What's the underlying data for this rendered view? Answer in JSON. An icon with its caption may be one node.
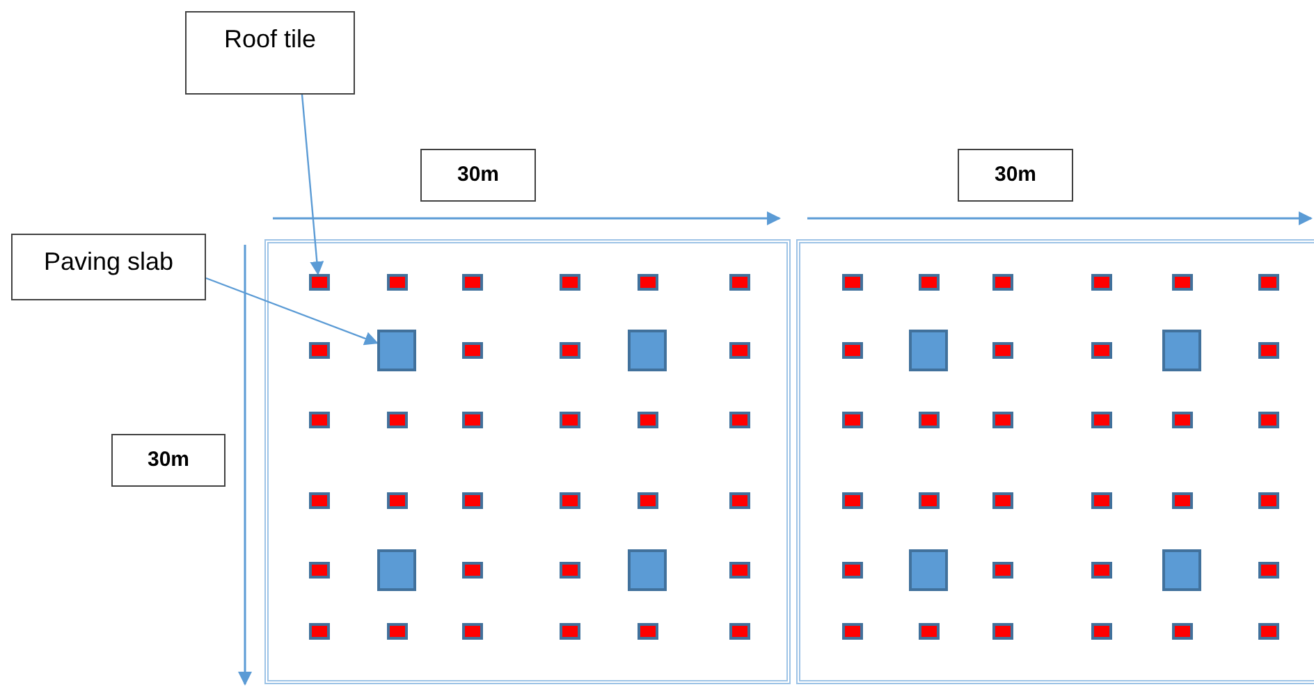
{
  "diagram": {
    "nodes": [
      {
        "text": [
          "Roof tile"
        ]
      },
      {
        "text": [
          "Paving slab"
        ]
      },
      {
        "text": [
          "30m"
        ]
      },
      {
        "text": [
          "30m"
        ]
      },
      {
        "text": [
          "30m"
        ]
      },
      {
        "text": [],
        "shape": "box"
      },
      {
        "text": [],
        "shape": "box"
      },
      {
        "text": [],
        "shape": "box"
      },
      {
        "text": [],
        "shape": "box"
      },
      {
        "text": [],
        "shape": "box"
      },
      {
        "text": [],
        "shape": "box"
      },
      {
        "text": [],
        "shape": "box"
      },
      {
        "text": [],
        "shape": "box"
      },
      {
        "text": [],
        "shape": "box"
      },
      {
        "text": [],
        "shape": "box"
      },
      {
        "text": [],
        "shape": "box"
      },
      {
        "text": [],
        "shape": "box"
      },
      {
        "text": [],
        "shape": "box"
      },
      {
        "text": [],
        "shape": "box"
      },
      {
        "text": [],
        "shape": "box"
      },
      {
        "text": [],
        "shape": "box"
      },
      {
        "text": [],
        "shape": "box"
      },
      {
        "text": [],
        "shape": "box"
      },
      {
        "text": [],
        "shape": "box"
      },
      {
        "text": [],
        "shape": "box"
      },
      {
        "text": [],
        "shape": "box"
      },
      {
        "text": [],
        "shape": "box"
      },
      {
        "text": [],
        "shape": "box"
      },
      {
        "text": [],
        "shape": "box"
      },
      {
        "text": [],
        "shape": "box"
      },
      {
        "text": [],
        "shape": "box"
      },
      {
        "text": [],
        "shape": "box"
      },
      {
        "text": [],
        "shape": "box"
      },
      {
        "text": [],
        "shape": "box"
      },
      {
        "text": [],
        "shape": "box"
      },
      {
        "text": [],
        "shape": "box"
      },
      {
        "text": [],
        "shape": "box"
      },
      {
        "text": [],
        "shape": "box"
      },
      {
        "text": [],
        "shape": "box"
      },
      {
        "text": [],
        "shape": "box"
      },
      {
        "text": [],
        "shape": "box"
      },
      {
        "text": [],
        "shape": "box"
      },
      {
        "text": [],
        "shape": "box"
      },
      {
        "text": [],
        "shape": "box"
      },
      {
        "text": [],
        "shape": "box"
      },
      {
        "text": [],
        "shape": "box"
      },
      {
        "text": [],
        "shape": "box"
      },
      {
        "text": [],
        "shape": "box"
      },
      {
        "text": [],
        "shape": "box"
      },
      {
        "text": [],
        "shape": "box"
      },
      {
        "text": [],
        "shape": "box"
      },
      {
        "text": [],
        "shape": "box"
      },
      {
        "text": [],
        "shape": "box"
      },
      {
        "text": [],
        "shape": "box"
      },
      {
        "text": [],
        "shape": "box"
      },
      {
        "text": [],
        "shape": "box"
      },
      {
        "text": [],
        "shape": "box"
      },
      {
        "text": [],
        "shape": "box"
      },
      {
        "text": [],
        "shape": "box"
      },
      {
        "text": [],
        "shape": "box"
      },
      {
        "text": [],
        "shape": "box"
      },
      {
        "text": [],
        "shape": "box"
      },
      {
        "text": [],
        "shape": "box"
      },
      {
        "text": [],
        "shape": "box"
      },
      {
        "text": [],
        "shape": "box"
      },
      {
        "text": [],
        "shape": "box"
      },
      {
        "text": [],
        "shape": "box"
      },
      {
        "text": [],
        "shape": "box"
      },
      {
        "text": [],
        "shape": "box"
      },
      {
        "text": [],
        "shape": "box"
      },
      {
        "text": [],
        "shape": "box"
      },
      {
        "text": [],
        "shape": "box"
      },
      {
        "text": [],
        "shape": "box"
      },
      {
        "text": [],
        "shape": "box"
      },
      {
        "text": [],
        "shape": "box"
      },
      {
        "text": [],
        "shape": "box"
      },
      {
        "text": [],
        "shape": "box"
      }
    ],
    "edges": [
      {
        "from": 0,
        "to": 5,
        "arrow": "to"
      },
      {
        "from": 1,
        "to": 12,
        "arrow": "to"
      }
    ]
  }
}
